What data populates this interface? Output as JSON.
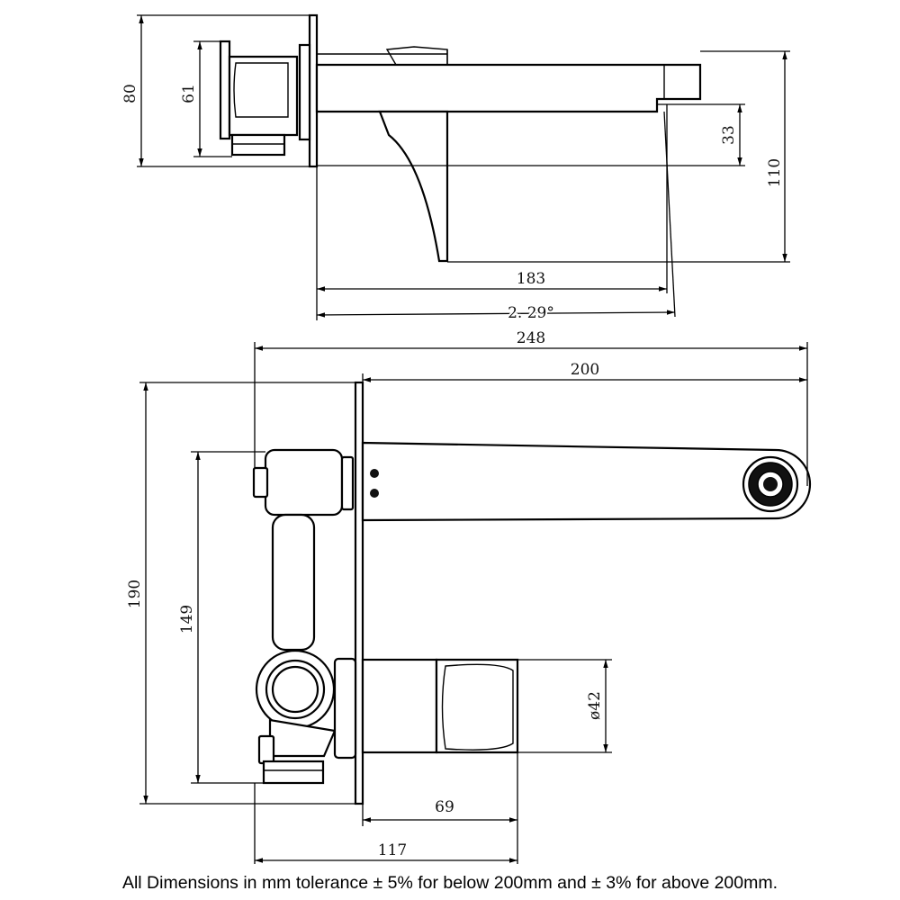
{
  "dimensions": {
    "d80": "80",
    "d61": "61",
    "d33": "33",
    "d110": "110",
    "d183": "183",
    "d229": "2. 29°",
    "d248": "248",
    "d200": "200",
    "d190": "190",
    "d149": "149",
    "d42": "ø42",
    "d69": "69",
    "d117": "117"
  },
  "footnote": "All Dimensions in mm tolerance ± 5% for below 200mm and ± 3% for above 200mm."
}
